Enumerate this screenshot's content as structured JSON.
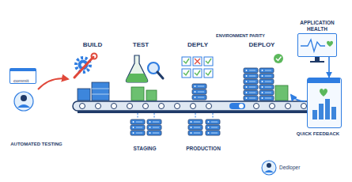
{
  "diagram": {
    "nodes": [
      {
        "text": [
          "commit"
        ]
      },
      {
        "text": [
          "APPLICATION HEALTH"
        ]
      },
      {
        "text": [
          "QUICK FEEDBACK"
        ]
      }
    ],
    "edges": [
      {
        "from": 1,
        "to": 2,
        "arrow": "to"
      }
    ],
    "labels": [
      "BUILD",
      "TEST",
      "DEPLY",
      "ENVIRONMENT PARITY",
      "DEPLOY",
      "AUTOMATED TESTING",
      "STAGING",
      "PRODUCTION",
      "Dedloper"
    ]
  }
}
